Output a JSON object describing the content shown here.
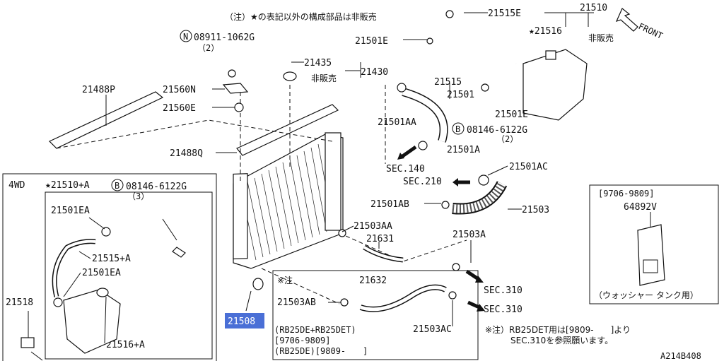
{
  "note_top": "（注）★の表記以外の構成部品は非販売",
  "front": "FRONT",
  "labels": {
    "p21515E": "21515E",
    "p21510": "21510",
    "p21516": "★21516",
    "hanbai1": "非販売",
    "p21501E_a": "21501E",
    "n08911": "08911-1062G",
    "n08911_qty": "（2）",
    "p21435": "21435",
    "p21430": "21430",
    "hanbai2": "非販売",
    "p21488P": "21488P",
    "p21560N": "21560N",
    "p21515": "21515",
    "p21501": "21501",
    "p21560E": "21560E",
    "p21501AA": "21501AA",
    "p21501E_b": "21501E",
    "b08146_a": "08146-6122G",
    "b08146_a_qty": "（2）",
    "p21488Q": "21488Q",
    "p21501A": "21501A",
    "sec140": "SEC.140",
    "p21501AC": "21501AC",
    "sec210": "SEC.210",
    "p21501AB": "21501AB",
    "p21503": "21503",
    "p21503AA": "21503AA",
    "p21503A": "21503A",
    "p21631": "21631",
    "p21632": "21632",
    "note_mark": "※注",
    "p21503AB": "21503AB",
    "sec310_a": "SEC.310",
    "sec310_b": "SEC.310",
    "p21503AC": "21503AC",
    "p21508": "21508",
    "note_bottom_1": "※注）RB25DET用は[9809-　　]より",
    "note_bottom_2": "SEC.310を参照願います。",
    "app1": "(RB25DE+RB25DET)",
    "app2": "[9706-9809]",
    "app3": "(RB25DE)[9809-　　]",
    "figure_code": "A214B408"
  },
  "left_box": {
    "wd": "4WD",
    "p21510A": "★21510+A",
    "b08146": "08146-6122G",
    "b08146_qty": "（3）",
    "p21501EA_a": "21501EA",
    "p21515A": "21515+A",
    "p21501EA_b": "21501EA",
    "p21516A": "21516+A",
    "p21518": "21518"
  },
  "right_box": {
    "date": "[9706-9809]",
    "part": "64892V",
    "caption": "（ウォッシャー タンク用）"
  },
  "circle_n": "N",
  "circle_b": "B",
  "colors": {
    "highlight": "#4a6fd6"
  }
}
